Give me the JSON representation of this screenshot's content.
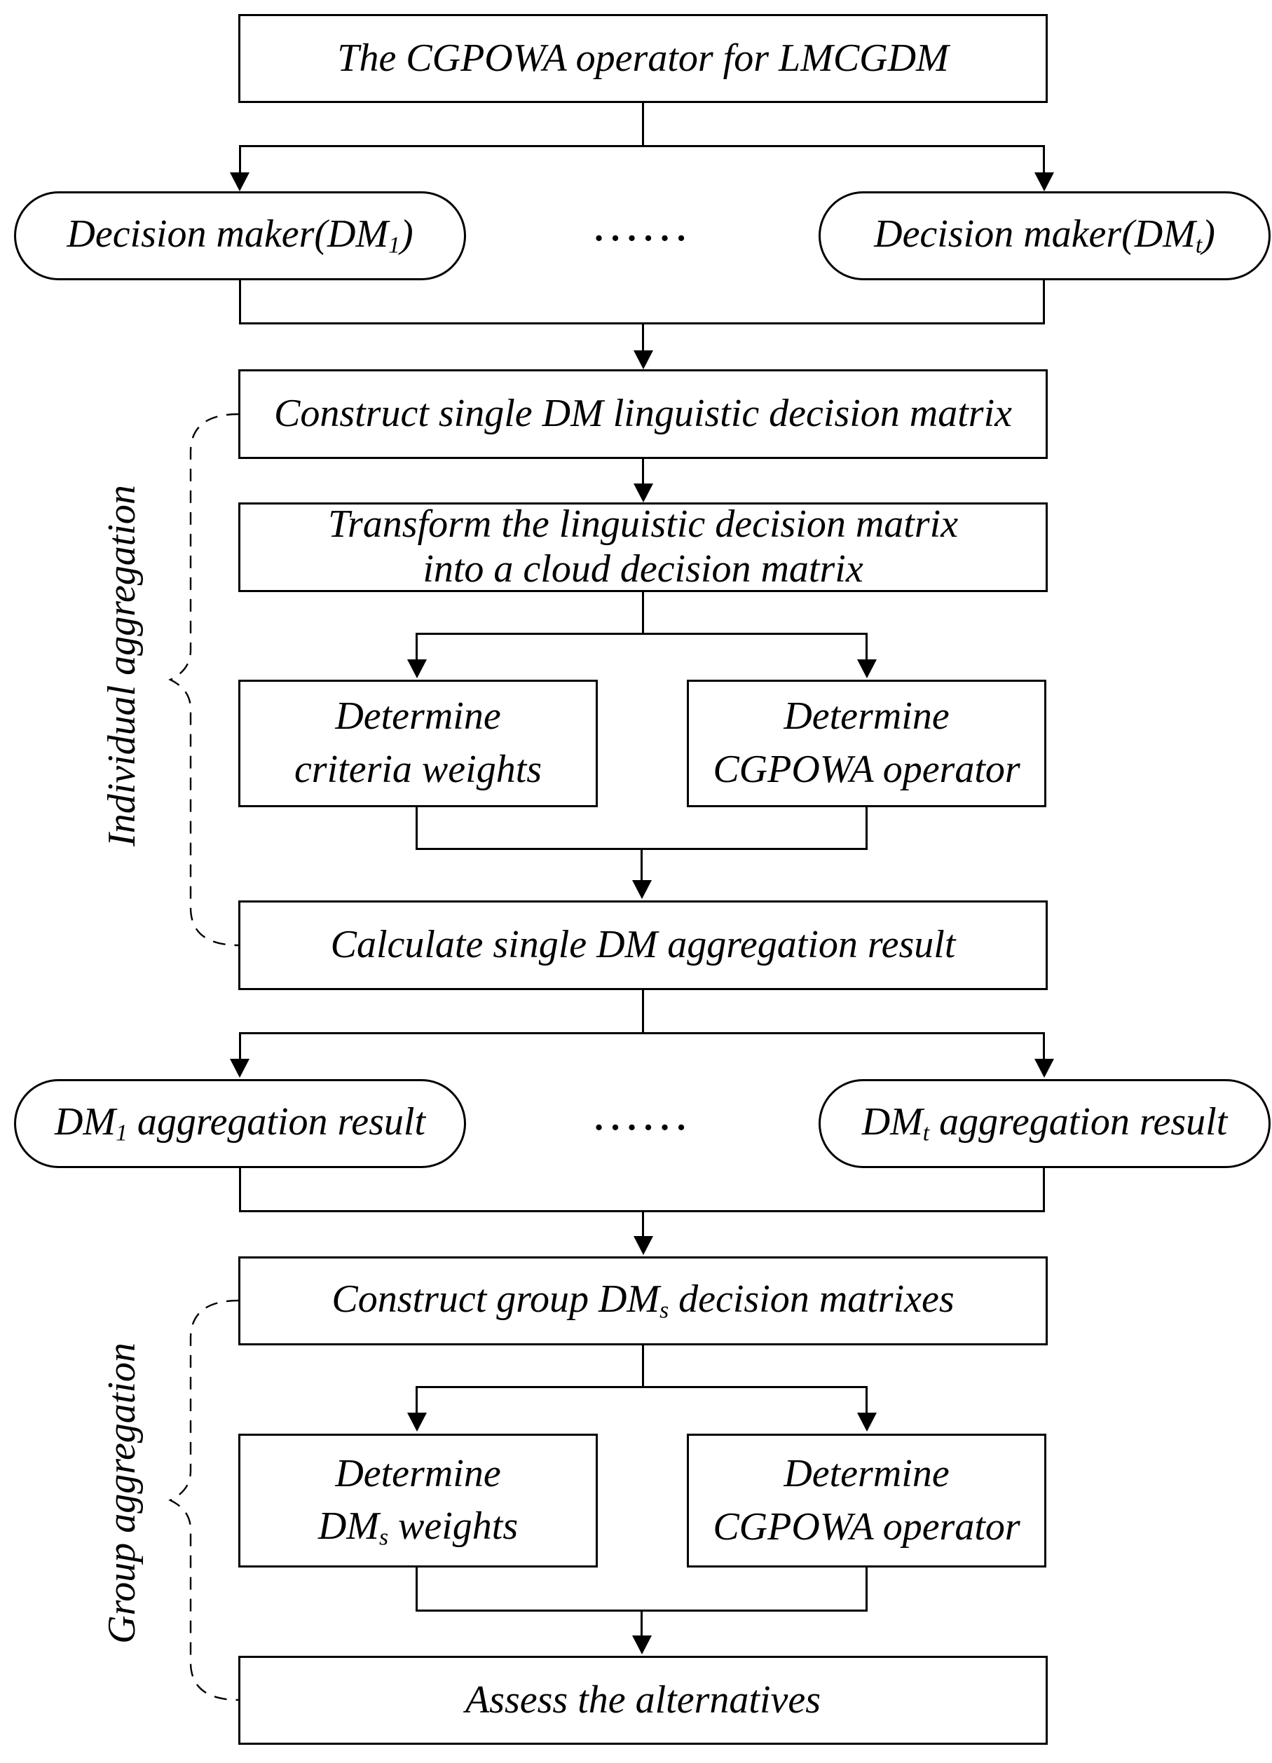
{
  "colors": {
    "line": "#000000",
    "background": "#ffffff",
    "text": "#000000"
  },
  "title": "The CGPOWA operator for LMCGDM",
  "decision_makers": {
    "dm1": {
      "pre": "Decision maker(DM",
      "sub": "1",
      "post": ")"
    },
    "ellipsis": "......",
    "dmt": {
      "pre": "Decision maker(DM",
      "sub": "t",
      "post": ")"
    }
  },
  "individual_section": {
    "label": "Individual aggregation",
    "construct_matrix": "Construct single DM linguistic decision matrix",
    "transform": {
      "line1": "Transform the linguistic decision matrix",
      "line2": "into a cloud decision matrix"
    },
    "determine_criteria": {
      "line1": "Determine",
      "line2": "criteria weights"
    },
    "determine_operator": {
      "line1": "Determine",
      "line2": "CGPOWA operator"
    },
    "calculate": "Calculate single DM aggregation result"
  },
  "results": {
    "dm1": {
      "pre": "DM",
      "sub": "1",
      "post": " aggregation result"
    },
    "ellipsis": "......",
    "dmt": {
      "pre": "DM",
      "sub": "t",
      "post": " aggregation result"
    }
  },
  "group_section": {
    "label": "Group aggregation",
    "construct_matrixes": {
      "pre": "Construct group DM",
      "sub": "s",
      "post": " decision matrixes"
    },
    "determine_weights": {
      "line1": "Determine",
      "line2_pre": "DM",
      "line2_sub": "s",
      "line2_post": " weights"
    },
    "determine_operator": {
      "line1": "Determine",
      "line2": "CGPOWA operator"
    },
    "assess": "Assess the alternatives"
  }
}
